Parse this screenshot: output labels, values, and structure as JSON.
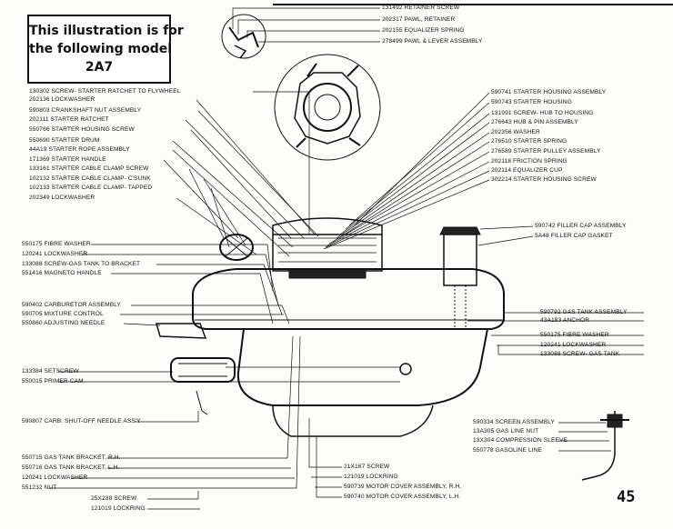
{
  "model_box": {
    "line1": "This illustration is for",
    "line2": "the following model",
    "line3": "2A7"
  },
  "page_number": "45",
  "top_labels": [
    "131492 RETAINER SCREW",
    "202317 PAWL, RETAINER",
    "202155 EQUALIZER SPRING",
    "278499 PAWL & LEVER ASSEMBLY"
  ],
  "left_labels_upper": [
    "130302 SCREW- STARTER RATCHET TO FLYWHEEL",
    "202136 LOCKWASHER",
    "590803 CRANKSHAFT NUT ASSEMBLY",
    "202111 STARTER RATCHET",
    "550766 STARTER HOUSING SCREW",
    "550690 STARTER DRUM",
    "44A19 STARTER ROPE ASSEMBLY",
    "171369 STARTER HANDLE",
    "133161 STARTER CABLE CLAMP SCREW",
    "102132 STARTER CABLE CLAMP- C'SUNK",
    "102133 STARTER CABLE CLAMP- TAPPED",
    "202349 LOCKWASHER"
  ],
  "right_labels_upper": [
    "590741 STARTER HOUSING ASSEMBLY",
    "590743 STARTER HOUSING",
    "131991 SCREW- HUB TO HOUSING",
    "276643 HUB & PIN ASSEMBLY",
    "202356 WASHER",
    "276510 STARTER SPRING",
    "276589 STARTER PULLEY ASSEMBLY",
    "202118 FRICTION SPRING",
    "202114 EQUALIZER CUP",
    "302214 STARTER HOUSING SCREW"
  ],
  "filler_labels": [
    "590742 FILLER CAP ASSEMBLY",
    "5A48 FILLER CAP GASKET"
  ],
  "left_labels_mid": [
    "550175 FIBRE WASHER",
    "120241 LOCKWASHER",
    "133088 SCREW-GAS TANK TO BRACKET",
    "551416 MAGNETO HANDLE"
  ],
  "left_labels_carb": [
    "590402 CARBURETOR ASSEMBLY",
    "590705 MIXTURE CONTROL",
    "550860 ADJUSTING NEEDLE"
  ],
  "left_labels_primer": [
    "133384 SETSCREW",
    "550015 PRIMER CAM"
  ],
  "shutoff_label": "590807 CARB. SHUT-OFF NEEDLE ASS'Y",
  "left_labels_bracket": [
    "550715 GAS TANK BRACKET, R.H.",
    "550716 GAS TANK BRACKET, L.H.",
    "120241 LOCKWASHER",
    "551232 NUT"
  ],
  "bottom_left_labels": [
    "25X238 SCREW",
    "121019 LOCKRING"
  ],
  "bottom_mid_labels": [
    "21X167 SCREW",
    "121019 LOCKRING",
    "590739 MOTOR COVER ASSEMBLY, R.H.",
    "590740 MOTOR COVER ASSEMBLY, L.H."
  ],
  "right_labels_tank": [
    "590792 GAS TANK ASSEMBLY",
    "43A183 ANCHOR",
    "550175 FIBRE WASHER",
    "120241 LOCKWASHER",
    "133088 SCREW- GAS TANK"
  ],
  "screen_labels": [
    "590334 SCREEN ASSEMBLY",
    "13A305 GAS LINE NUT",
    "13X304 COMPRESSION SLEEVE",
    "550778 GASOLINE LINE"
  ]
}
